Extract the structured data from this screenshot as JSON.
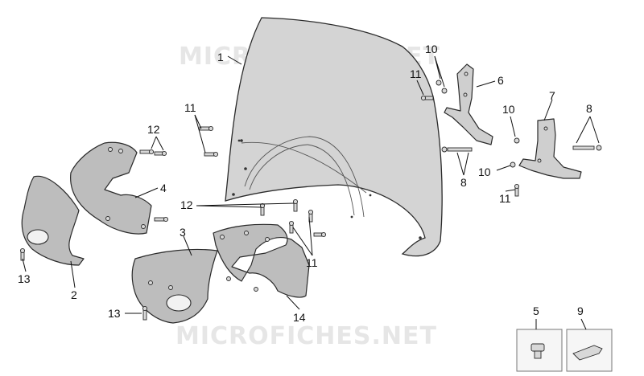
{
  "watermark": {
    "top": "MICROFICHES.NET",
    "bottom": "MICROFICHES.NET"
  },
  "labels": {
    "p1": "1",
    "p2": "2",
    "p3": "3",
    "p4": "4",
    "p5": "5",
    "p6": "6",
    "p7": "7",
    "p8a": "8",
    "p8b": "8",
    "p9": "9",
    "p10a": "10",
    "p10b": "10",
    "p10c": "10",
    "p11a": "11",
    "p11b": "11",
    "p11c": "11",
    "p11d": "11",
    "p12a": "12",
    "p12b": "12",
    "p13a": "13",
    "p13b": "13",
    "p14": "14"
  }
}
